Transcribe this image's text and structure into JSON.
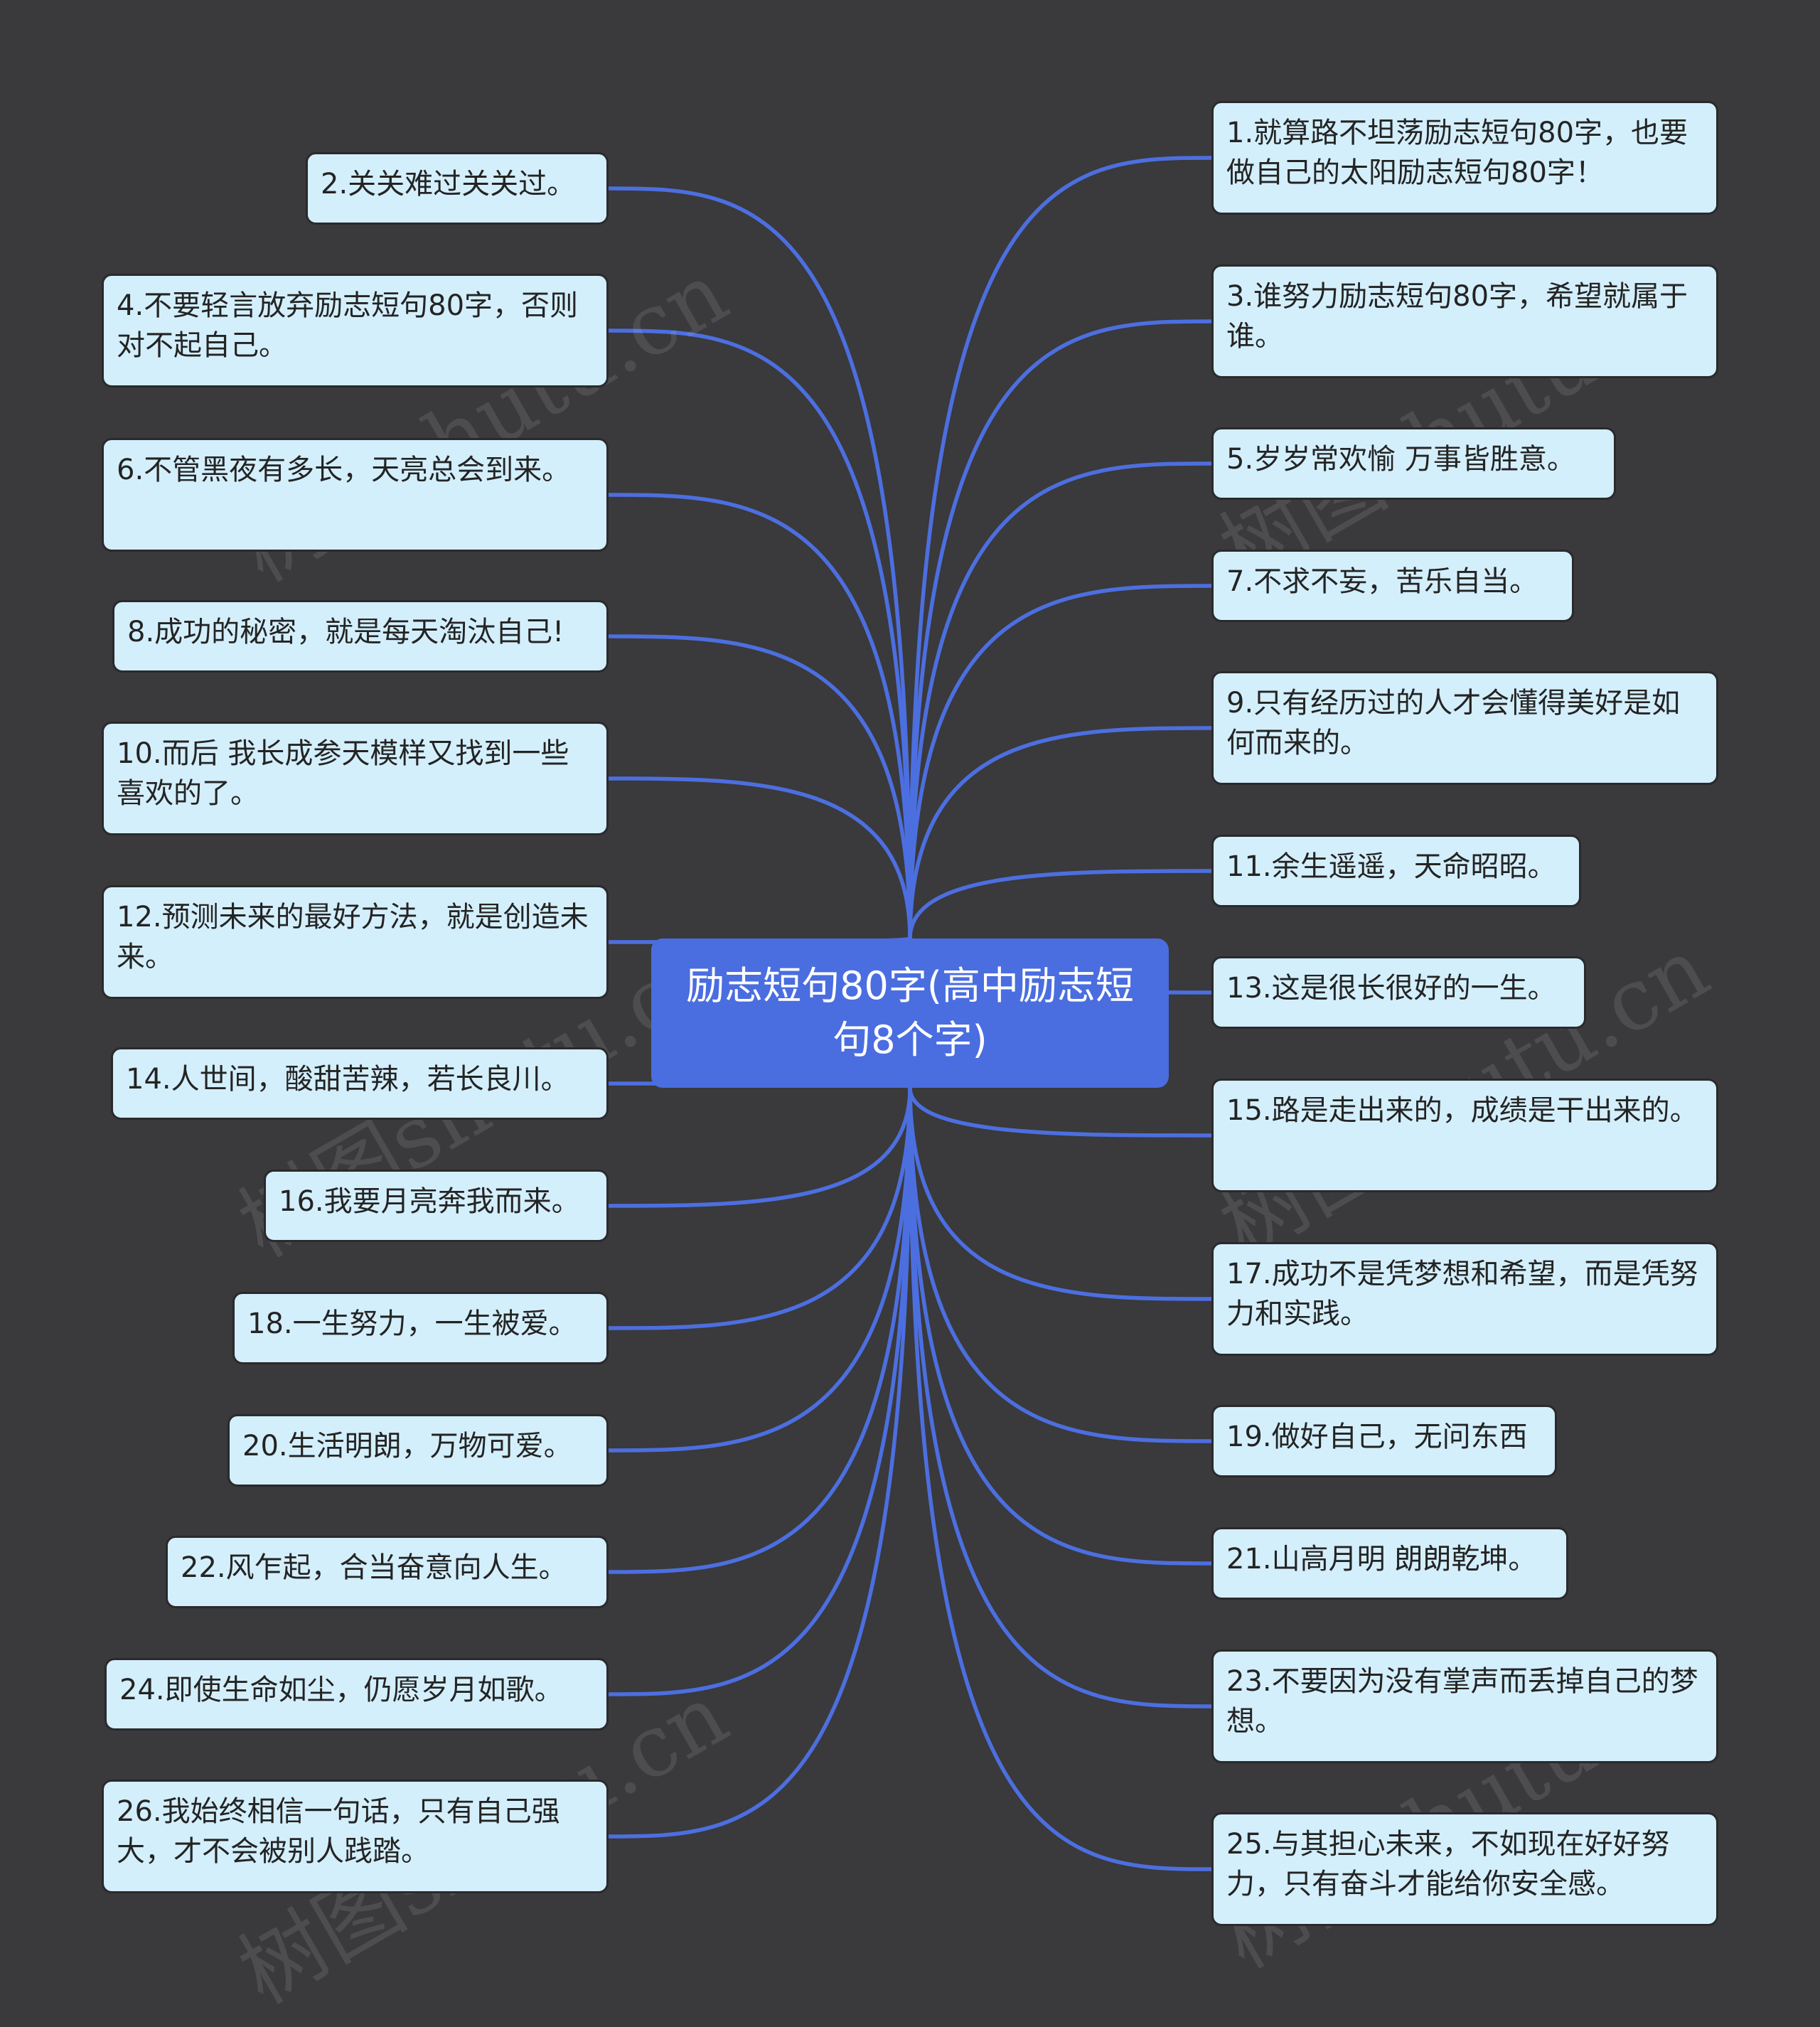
{
  "root": {
    "text": "励志短句80字(高中励志短句8个字)"
  },
  "left_nodes": [
    {
      "id": "n2",
      "text": "2.关关难过关关过。"
    },
    {
      "id": "n4",
      "text": "4.不要轻言放弃励志短句80字，否则对不起自己。"
    },
    {
      "id": "n6",
      "text": "6.不管黑夜有多长，天亮总会到来。"
    },
    {
      "id": "n8",
      "text": "8.成功的秘密，就是每天淘汰自己!"
    },
    {
      "id": "n10",
      "text": "10.而后 我长成参天模样又找到一些喜欢的了。"
    },
    {
      "id": "n12",
      "text": "12.预测未来的最好方法，就是创造未来。"
    },
    {
      "id": "n14",
      "text": "14.人世间，酸甜苦辣，若长良川。"
    },
    {
      "id": "n16",
      "text": "16.我要月亮奔我而来。"
    },
    {
      "id": "n18",
      "text": "18.一生努力，一生被爱。"
    },
    {
      "id": "n20",
      "text": "20.生活明朗，万物可爱。"
    },
    {
      "id": "n22",
      "text": "22.风乍起，合当奋意向人生。"
    },
    {
      "id": "n24",
      "text": "24.即使生命如尘，仍愿岁月如歌。"
    },
    {
      "id": "n26",
      "text": "26.我始终相信一句话，只有自己强大，才不会被别人践踏。"
    }
  ],
  "right_nodes": [
    {
      "id": "n1",
      "text": "1.就算路不坦荡励志短句80字，也要做自己的太阳励志短句80字！"
    },
    {
      "id": "n3",
      "text": "3.谁努力励志短句80字，希望就属于谁。"
    },
    {
      "id": "n5",
      "text": "5.岁岁常欢愉 万事皆胜意。"
    },
    {
      "id": "n7",
      "text": "7.不求不妄，苦乐自当。"
    },
    {
      "id": "n9",
      "text": "9.只有经历过的人才会懂得美好是如何而来的。"
    },
    {
      "id": "n11",
      "text": "11.余生遥遥，天命昭昭。"
    },
    {
      "id": "n13",
      "text": "13.这是很长很好的一生。"
    },
    {
      "id": "n15",
      "text": "15.路是走出来的，成绩是干出来的。"
    },
    {
      "id": "n17",
      "text": "17.成功不是凭梦想和希望，而是凭努力和实践。"
    },
    {
      "id": "n19",
      "text": "19.做好自己，无问东西"
    },
    {
      "id": "n21",
      "text": "21.山高月明 朗朗乾坤。"
    },
    {
      "id": "n23",
      "text": "23.不要因为没有掌声而丢掉自己的梦想。"
    },
    {
      "id": "n25",
      "text": "25.与其担心未来，不如现在好好努力，只有奋斗才能给你安全感。"
    }
  ],
  "watermark": {
    "text": "树图shutu.cn"
  },
  "colors": {
    "background": "#3a393b",
    "connector": "#4c6fe0",
    "root": "#4a6de0",
    "leaf": "#d4effc"
  }
}
